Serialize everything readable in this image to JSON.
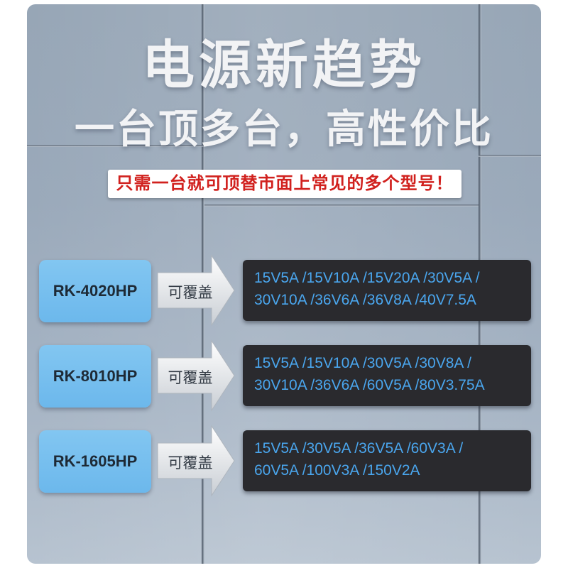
{
  "header": {
    "title": "电源新趋势",
    "subtitle": "一台顶多台，高性价比",
    "note": "只需一台就可顶替市面上常见的多个型号！"
  },
  "rows": [
    {
      "model": "RK-4020HP",
      "label": "可覆盖",
      "spec_lines": [
        "15V5A /15V10A /15V20A /30V5A /",
        "30V10A /36V6A /36V8A /40V7.5A"
      ]
    },
    {
      "model": "RK-8010HP",
      "label": "可覆盖",
      "spec_lines": [
        "15V5A /15V10A /30V5A /30V8A /",
        "30V10A /36V6A /60V5A /80V3.75A"
      ]
    },
    {
      "model": "RK-1605HP",
      "label": "可覆盖",
      "spec_lines": [
        "15V5A /30V5A /36V5A /60V3A /",
        "60V5A /100V3A /150V2A"
      ]
    }
  ],
  "colors": {
    "model_box": "#6cb8ec",
    "spec_box": "#2a2a2e",
    "spec_text": "#4aa6ee",
    "note_text": "#d1211e"
  }
}
